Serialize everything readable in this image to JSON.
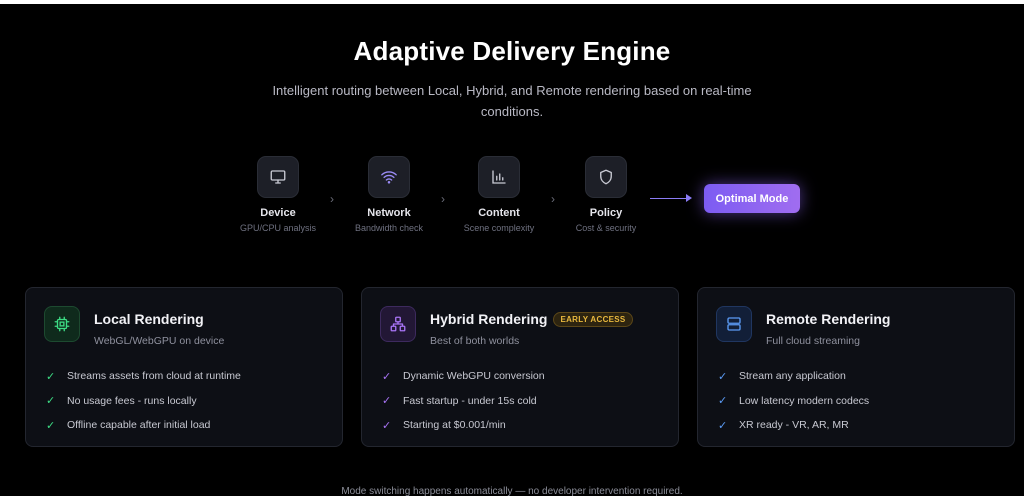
{
  "header": {
    "title": "Adaptive Delivery Engine",
    "subtitle": "Intelligent routing between Local, Hybrid, and Remote rendering based on real-time conditions."
  },
  "pipeline": {
    "steps": [
      {
        "name": "Device",
        "desc": "GPU/CPU analysis",
        "icon": "monitor-icon"
      },
      {
        "name": "Network",
        "desc": "Bandwidth check",
        "icon": "wifi-icon"
      },
      {
        "name": "Content",
        "desc": "Scene complexity",
        "icon": "bar-chart-icon"
      },
      {
        "name": "Policy",
        "desc": "Cost & security",
        "icon": "shield-icon"
      }
    ],
    "separator": "›",
    "result": "Optimal Mode",
    "accent": "#8b7cf5"
  },
  "cards": [
    {
      "title": "Local Rendering",
      "subtitle": "WebGL/WebGPU on device",
      "icon": "chip-icon",
      "color": "#3ddc84",
      "features": [
        "Streams assets from cloud at runtime",
        "No usage fees - runs locally",
        "Offline capable after initial load"
      ]
    },
    {
      "title": "Hybrid Rendering",
      "badge": "EARLY ACCESS",
      "subtitle": "Best of both worlds",
      "icon": "network-icon",
      "color": "#a874f5",
      "features": [
        "Dynamic WebGPU conversion",
        "Fast startup - under 15s cold",
        "Starting at $0.001/min"
      ]
    },
    {
      "title": "Remote Rendering",
      "subtitle": "Full cloud streaming",
      "icon": "server-icon",
      "color": "#5b9bf5",
      "features": [
        "Stream any application",
        "Low latency modern codecs",
        "XR ready - VR, AR, MR"
      ]
    }
  ],
  "check_mark": "✓",
  "footer": "Mode switching happens automatically — no developer intervention required."
}
